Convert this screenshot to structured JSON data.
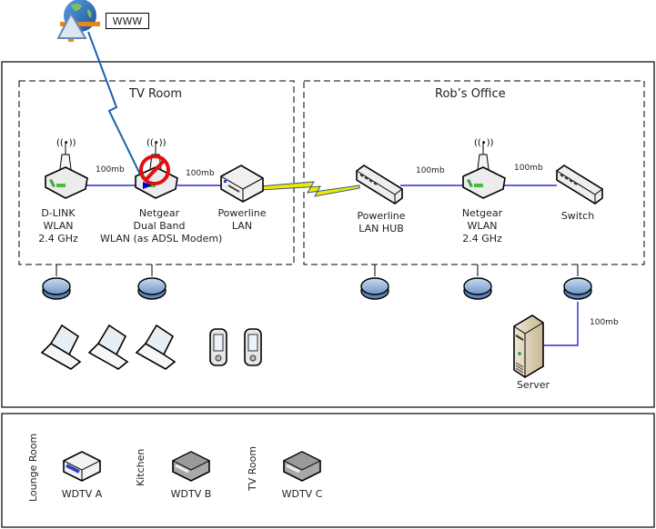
{
  "internet": {
    "label": "WWW"
  },
  "zones": {
    "house": {
      "rooms": [
        {
          "name": "TV Room"
        },
        {
          "name": "Rob’s Office"
        }
      ]
    },
    "media": {
      "rooms": [
        {
          "name": "Lounge Room",
          "device": "WDTV A"
        },
        {
          "name": "Kitchen",
          "device": "WDTV B"
        },
        {
          "name": "TV Room",
          "device": "WDTV C"
        }
      ]
    }
  },
  "devices": {
    "dlink": {
      "lines": [
        "D-LINK",
        "WLAN",
        "2.4 GHz"
      ]
    },
    "netgear_dual": {
      "lines": [
        "Netgear",
        "Dual Band",
        "WLAN (as ADSL Modem)"
      ],
      "status": "disabled"
    },
    "powerline_lan": {
      "lines": [
        "Powerline",
        "LAN"
      ]
    },
    "powerline_hub": {
      "lines": [
        "Powerline",
        "LAN HUB"
      ]
    },
    "netgear_wlan": {
      "lines": [
        "Netgear",
        "WLAN",
        "2.4 GHz"
      ]
    },
    "switch": {
      "lines": [
        "Switch"
      ]
    },
    "server": {
      "lines": [
        "Server"
      ]
    }
  },
  "links": {
    "dlink_netgear": "100mb",
    "netgear_powerline": "100mb",
    "hub_netgear": "100mb",
    "netgear_switch": "100mb",
    "switch_server": "100mb"
  },
  "colors": {
    "link": "#0000cc",
    "accent_blue": "#9bb8dc",
    "lightning": "#f2e600"
  }
}
